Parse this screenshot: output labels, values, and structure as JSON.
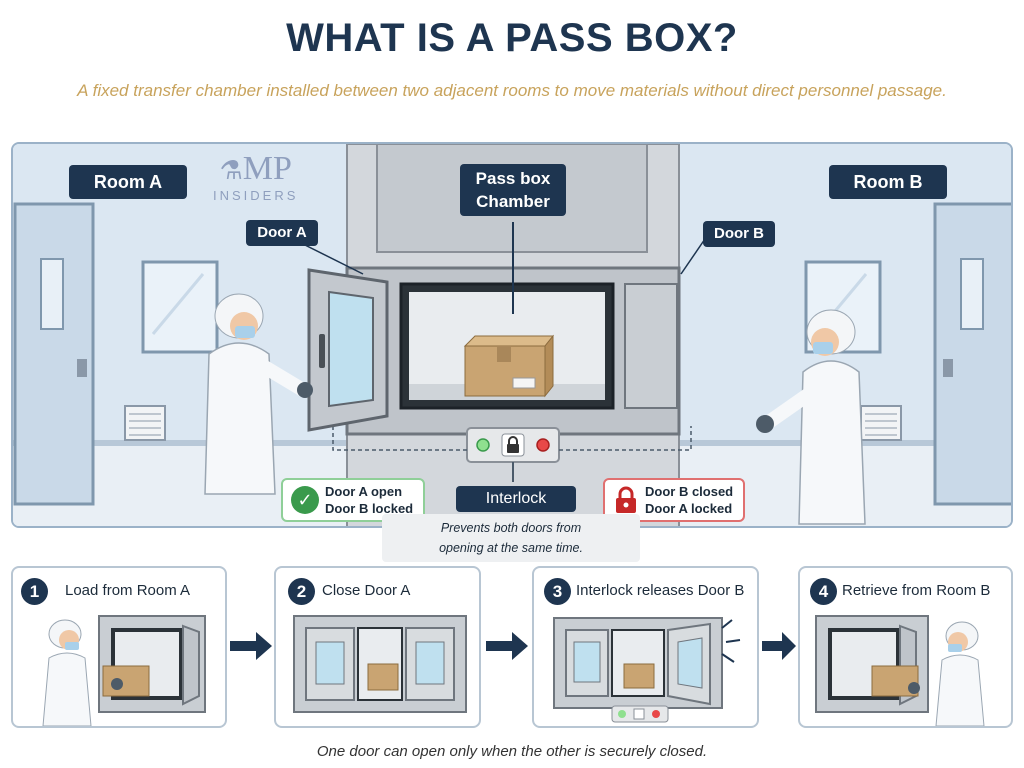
{
  "title": "WHAT IS A PASS BOX?",
  "subtitle": "A fixed transfer chamber installed between two adjacent rooms to move materials without direct personnel passage.",
  "logo": {
    "line1": "MP",
    "line2": "INSIDERS"
  },
  "labels": {
    "room_a": "Room A",
    "room_b": "Room B",
    "chamber_line1": "Pass box",
    "chamber_line2": "Chamber",
    "door_a": "Door A",
    "door_b": "Door B",
    "interlock": "Interlock"
  },
  "status": {
    "left": {
      "line1": "Door A open",
      "line2": "Door B locked",
      "color": "#3a9a4c",
      "icon": "check-icon"
    },
    "right": {
      "line1": "Door B closed",
      "line2": "Door A locked",
      "color": "#c62828",
      "icon": "lock-icon"
    }
  },
  "interlock_note": {
    "line1": "Prevents both doors from",
    "line2": "opening at the same time."
  },
  "steps": [
    {
      "number": "1",
      "label": "Load from Room A"
    },
    {
      "number": "2",
      "label": "Close Door A"
    },
    {
      "number": "3",
      "label": "Interlock releases Door B"
    },
    {
      "number": "4",
      "label": "Retrieve from Room B"
    }
  ],
  "footer": "One door can open only when the other is securely closed.",
  "colors": {
    "navy": "#1e3550",
    "gold": "#c8a35c",
    "wall": "#dbe7f2",
    "steel": "#c9ccd0",
    "box": "#c9a472"
  }
}
